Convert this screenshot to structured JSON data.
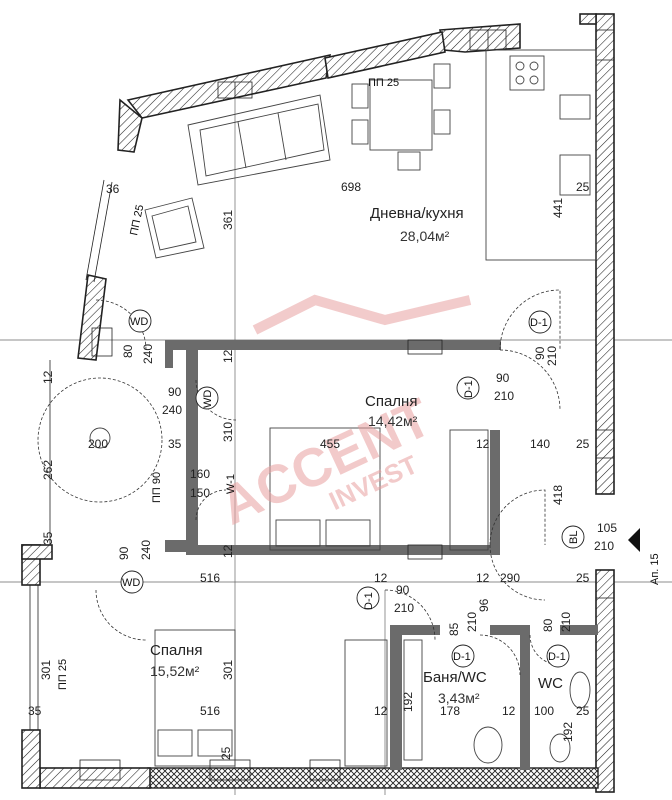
{
  "rooms": {
    "living": {
      "name": "Дневна/кухня",
      "area": "28,04м²"
    },
    "bedroom1": {
      "name": "Спалня",
      "area": "14,42м²"
    },
    "bedroom2": {
      "name": "Спалня",
      "area": "15,52м²"
    },
    "bath": {
      "name": "Баня/WC",
      "area": "3,43м²"
    },
    "wc": {
      "name": "WC"
    }
  },
  "labels": {
    "pp25_top": "ПП 25",
    "pp25_left": "ПП 25",
    "pp90": "ПП 90",
    "pp25_bottom": "ПП 25",
    "w1": "W-1",
    "wd1": "WD",
    "wd2": "WD",
    "wd3": "WD",
    "d1_a": "D-1",
    "d1_b": "D-1",
    "d1_c": "D-1",
    "d1_d": "D-1",
    "d1_e": "D-1",
    "bl": "BL",
    "apt": "Ап. 15"
  },
  "dims": {
    "d36": "36",
    "d698": "698",
    "d25a": "25",
    "d441": "441",
    "d361": "361",
    "d80a": "80",
    "d240a": "240",
    "d12a": "12",
    "d90a": "90",
    "d240b": "240",
    "d12b": "12",
    "d310": "310",
    "d455": "455",
    "d12c": "12",
    "d140": "140",
    "d25b": "25",
    "d200": "200",
    "d35a": "35",
    "d262": "262",
    "d160": "160",
    "d150": "150",
    "d90b": "90",
    "d210a": "210",
    "d90c": "90",
    "d210b": "210",
    "d418": "418",
    "d105": "105",
    "d210c": "210",
    "d35b": "35",
    "d90d": "90",
    "d240c": "240",
    "d12d": "12",
    "d516a": "516",
    "d12e": "12",
    "d90e": "90",
    "d210d": "210",
    "d12f": "12",
    "d290": "290",
    "d25c": "25",
    "d85": "85",
    "d96": "96",
    "d210e": "210",
    "d80b": "80",
    "d210f": "210",
    "d301a": "301",
    "d301b": "301",
    "d35c": "35",
    "d516b": "516",
    "d12g": "12",
    "d192a": "192",
    "d178": "178",
    "d12h": "12",
    "d100": "100",
    "d25d": "25",
    "d192b": "192",
    "d25e": "25"
  },
  "watermark": {
    "brand": "ACCENT",
    "sub": "INVEST"
  },
  "colors": {
    "wall": "#6b6b6b",
    "watermark": "#e8a0a0",
    "line": "#222222"
  }
}
